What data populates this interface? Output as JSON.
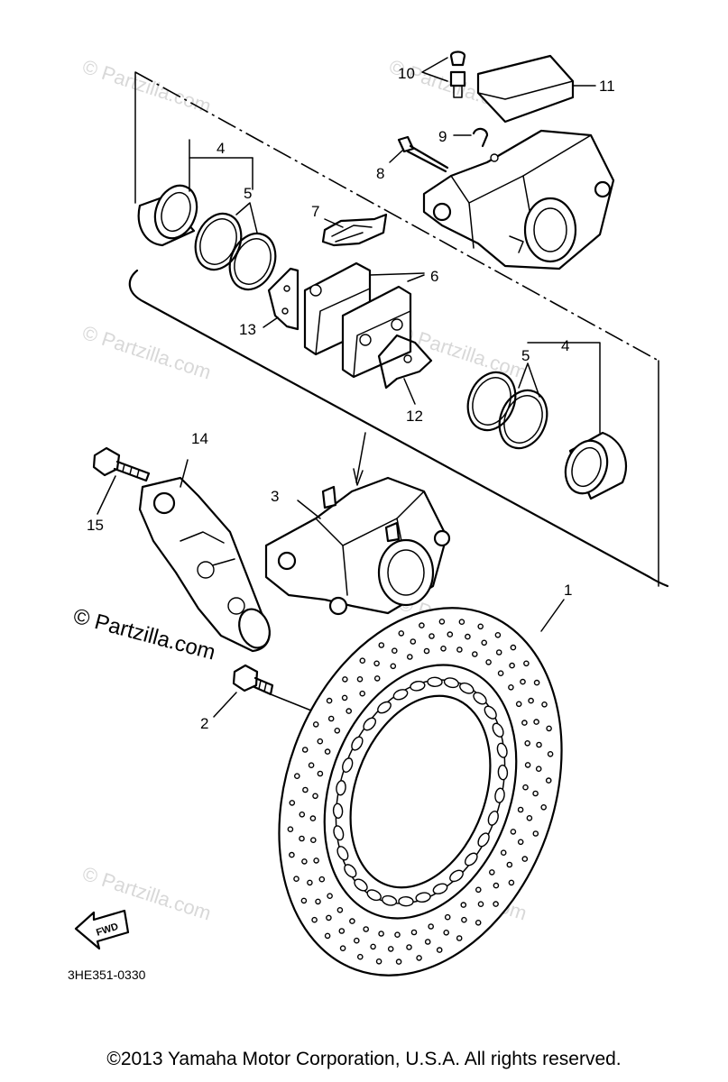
{
  "diagram": {
    "callouts": {
      "c1": "1",
      "c2": "2",
      "c3": "3",
      "c4a": "4",
      "c4b": "4",
      "c5a": "5",
      "c5b": "5",
      "c6": "6",
      "c7": "7",
      "c8": "8",
      "c9": "9",
      "c10": "10",
      "c11": "11",
      "c12": "12",
      "c13": "13",
      "c14": "14",
      "c15": "15"
    },
    "fwd_label": "FWD",
    "part_code": "3HE351-0330",
    "watermark": "© Partzilla.com"
  },
  "footer": {
    "copyright": "©2013  Yamaha Motor Corporation, U.S.A. All rights reserved."
  }
}
